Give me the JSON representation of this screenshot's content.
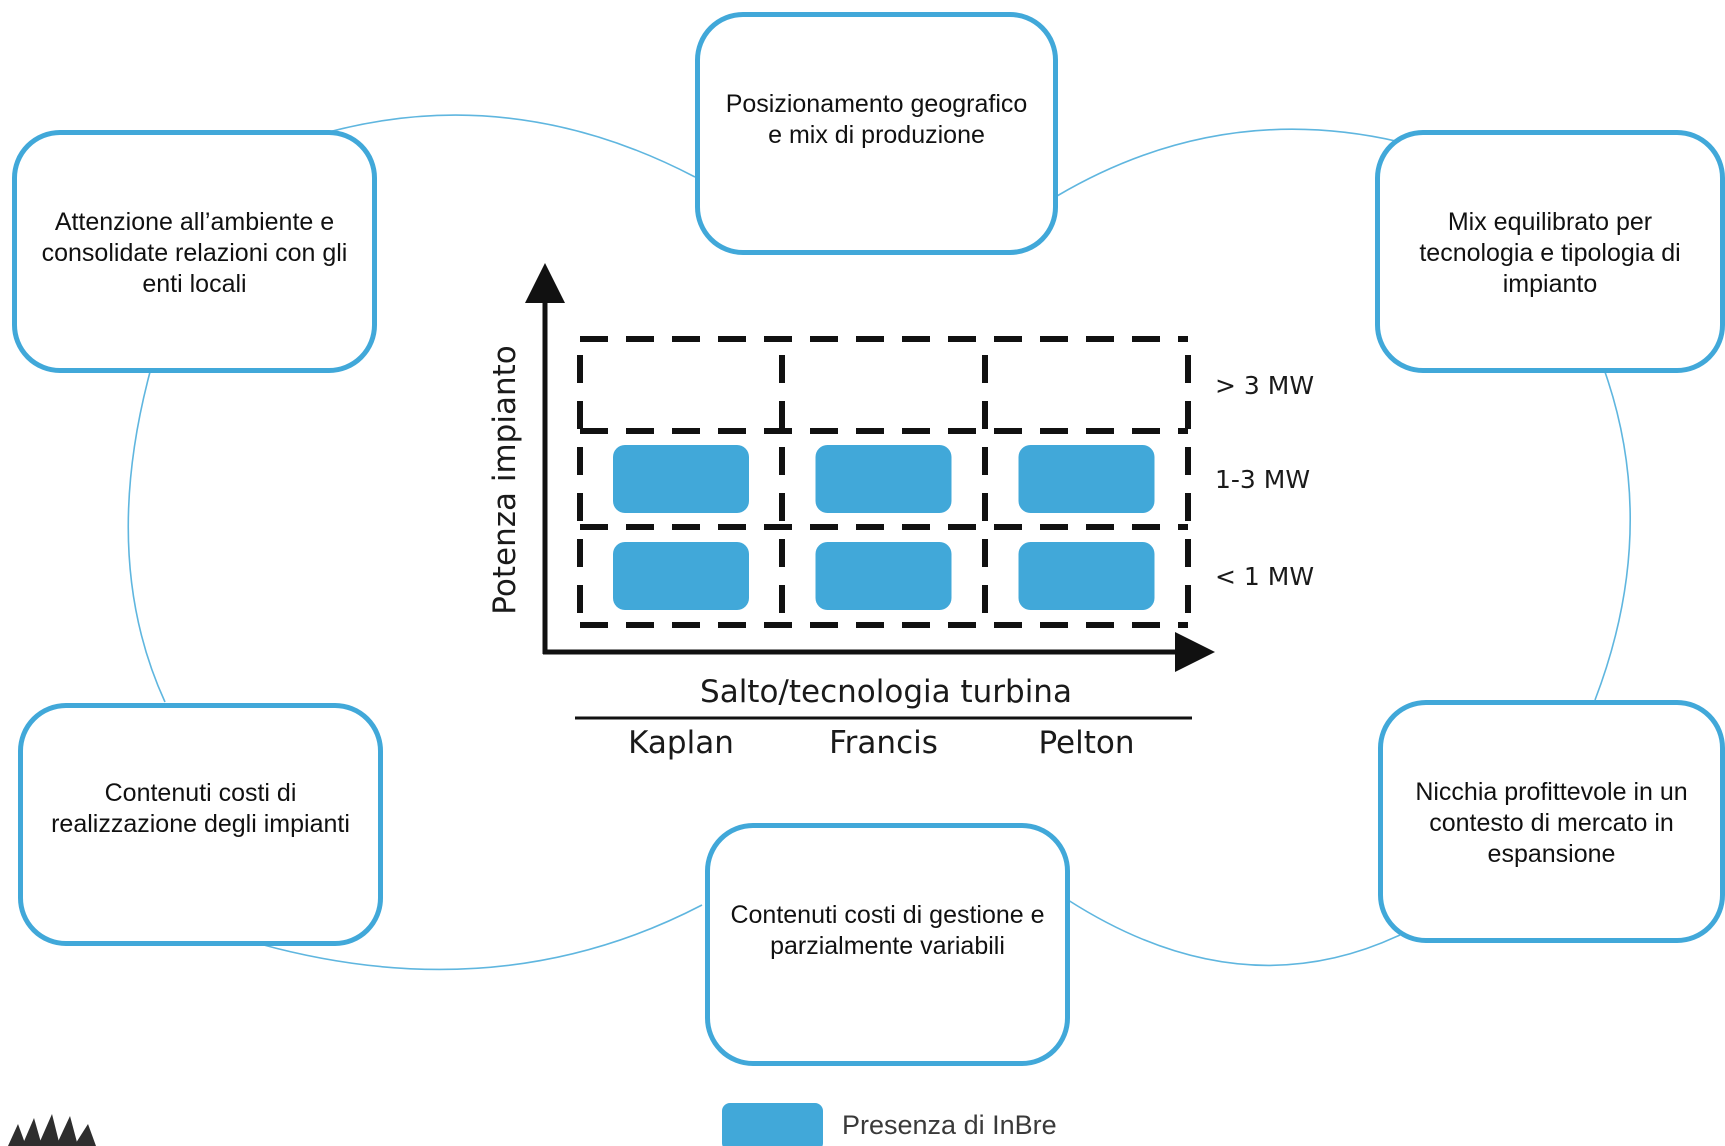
{
  "boxes": {
    "top_center": "Posizionamento geografico e mix di produzione",
    "top_left": "Attenzione all’ambiente e consolidate relazioni con gli enti locali",
    "top_right": "Mix equilibrato per tecnologia e tipologia di impianto",
    "bottom_left": "Contenuti costi di realizzazione degli impianti",
    "bottom_center": "Contenuti costi di gestione e parzialmente variabili",
    "bottom_right": "Nicchia profittevole in un contesto di mercato in espansione"
  },
  "matrix": {
    "y_axis_label": "Potenza impianto",
    "x_axis_label": "Salto/tecnologia turbina",
    "rows": [
      "> 3 MW",
      "1-3 MW",
      "< 1 MW"
    ],
    "columns": [
      "Kaplan",
      "Francis",
      "Pelton"
    ],
    "presence": [
      [
        false,
        false,
        false
      ],
      [
        true,
        true,
        true
      ],
      [
        true,
        true,
        true
      ]
    ]
  },
  "legend": {
    "label": "Presenza di InBre"
  },
  "colors": {
    "accent": "#41a8d9",
    "presence_fill": "#41a8d9",
    "grid_line": "#111111"
  }
}
